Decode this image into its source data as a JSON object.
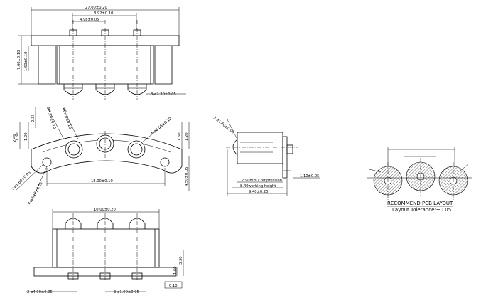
{
  "views": {
    "top": {
      "overall_width": "27.00±0.20",
      "inner_width": "8.92±0.10",
      "pitch": "4.98±0.05",
      "height_total": "7.60±0.10",
      "height_body": "1.60±0.10",
      "pin_dia": "3-ø2.30±0.05"
    },
    "plan": {
      "radius_outer": "R8.70±0.10",
      "radius_inner": "R5.30±0.10",
      "hole_dia": "4-ø2.55±0.10",
      "mount_hole": "2-ø1.60±0.05",
      "lead_dia": "4-ø3.10±0.05",
      "left_dim_a": "1.60",
      "left_dim_b": "1.20",
      "left_dim_c": "2.33",
      "right_dim_a": "1.60",
      "right_dim_b": "1.20",
      "right_dim_c": "4.50±0.05",
      "span": "18.00±0.10",
      "side_dim": "2.46"
    },
    "side": {
      "pin_label": "3-ø1.40±0.05",
      "compression": "7.90mm Compression",
      "working_height": "8.40working height",
      "total": "9.40±0.20",
      "offset": "1.10±0.05"
    },
    "front": {
      "width": "10.00±0.20",
      "height_a": "3.30",
      "height_b": "1.60",
      "pitch_left": "2-ø4.00±0.05",
      "pitch_center": "3-ø1.00±0.05",
      "flatness": "0.10"
    },
    "pcb": {
      "title": "RECOMMEND PCB LAYOUT",
      "tolerance": "Layout Tolerance:±0.05"
    }
  }
}
